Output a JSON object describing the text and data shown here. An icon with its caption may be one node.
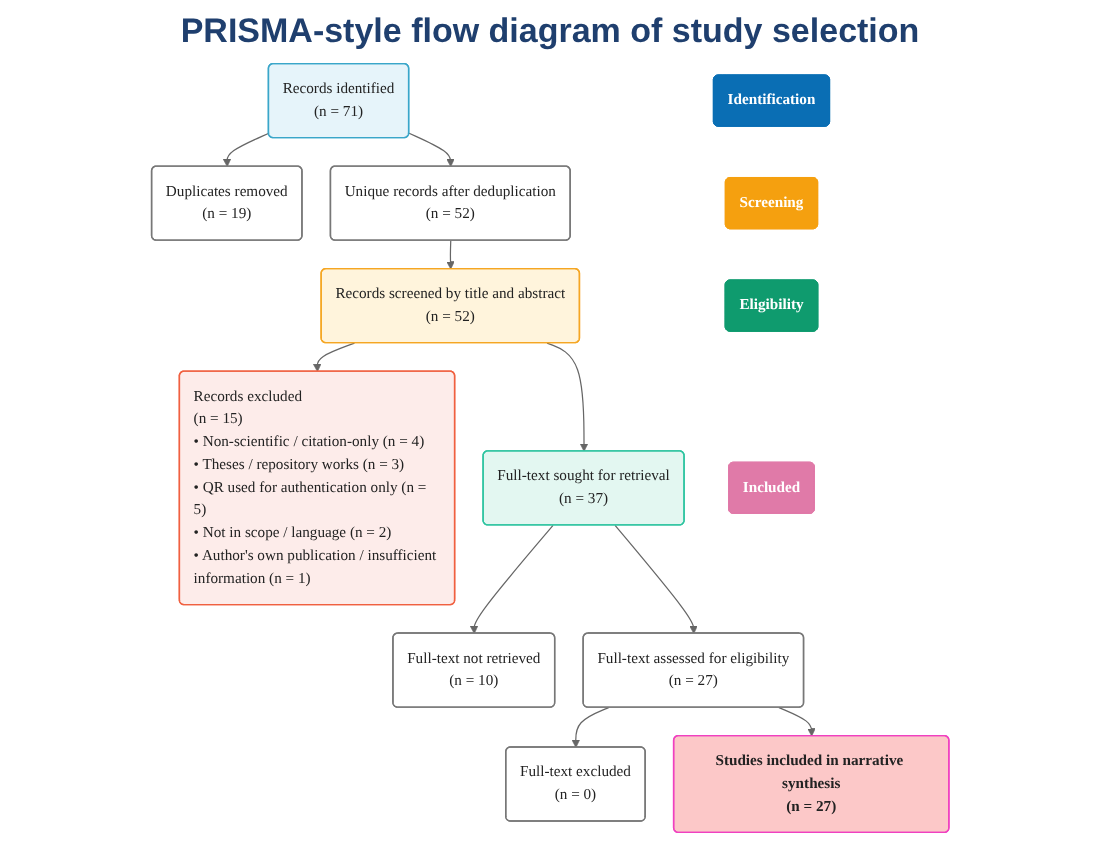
{
  "diagram": {
    "title": "PRISMA-style flow diagram of study selection",
    "nodes": [
      {
        "text": [
          "Identification"
        ]
      },
      {
        "text": [
          "Records identified",
          "(n = 71)"
        ]
      },
      {
        "text": [
          "Duplicates removed",
          "(n = 19)"
        ]
      },
      {
        "text": [
          "Unique records after deduplication",
          "(n = 52)"
        ]
      },
      {
        "text": [
          "Screening"
        ]
      },
      {
        "text": [
          "Records screened by title and abstract",
          "(n = 52)"
        ]
      },
      {
        "text": [
          "Records excluded",
          "(n = 15)",
          "• Non-scientific / citation-only (n = 4)",
          "• Theses / repository works (n = 3)",
          "• QR used for authentication only (n = 5)",
          "• Not in scope / language (n = 2)",
          "• Author's own publication / insufficient information (n = 1)"
        ]
      },
      {
        "text": [
          "Eligibility"
        ]
      },
      {
        "text": [
          "Full-text sought for retrieval",
          "(n = 37)"
        ]
      },
      {
        "text": [
          "Full-text not retrieved",
          "(n = 10)"
        ]
      },
      {
        "text": [
          "Full-text assessed for eligibility",
          "(n = 27)"
        ]
      },
      {
        "text": [
          "Full-text excluded",
          "(n = 0)"
        ]
      },
      {
        "text": [
          "Included"
        ]
      },
      {
        "text": [
          "Studies included in narrative synthesis",
          "(n = 27)"
        ]
      }
    ],
    "edges": [
      {
        "from": 1,
        "to": 2,
        "arrow": "to"
      },
      {
        "from": 1,
        "to": 3,
        "arrow": "to"
      },
      {
        "from": 3,
        "to": 5,
        "arrow": "to"
      },
      {
        "from": 5,
        "to": 6,
        "arrow": "to"
      },
      {
        "from": 5,
        "to": 8,
        "arrow": "to"
      },
      {
        "from": 8,
        "to": 9,
        "arrow": "to"
      },
      {
        "from": 8,
        "to": 10,
        "arrow": "to"
      },
      {
        "from": 10,
        "to": 11,
        "arrow": "to"
      },
      {
        "from": 10,
        "to": 13,
        "arrow": "to"
      }
    ]
  }
}
